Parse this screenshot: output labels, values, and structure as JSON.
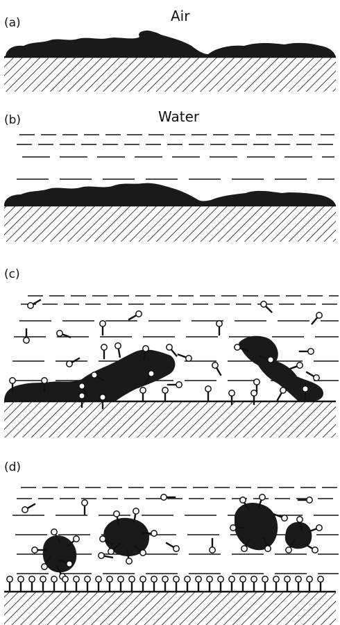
{
  "panels": [
    {
      "id": "a",
      "label": "(a)",
      "medium": "Air"
    },
    {
      "id": "b",
      "label": "(b)",
      "medium": "Water"
    },
    {
      "id": "c",
      "label": "(c)",
      "medium": ""
    },
    {
      "id": "d",
      "label": "(d)",
      "medium": ""
    }
  ],
  "colors": {
    "ink": "#111111",
    "soil": "#1a1a1a",
    "background": "#ffffff"
  },
  "icons": {
    "surfactant": "surfactant-molecule-icon",
    "soil": "oily-soil-blob",
    "substrate": "hatched-substrate"
  }
}
